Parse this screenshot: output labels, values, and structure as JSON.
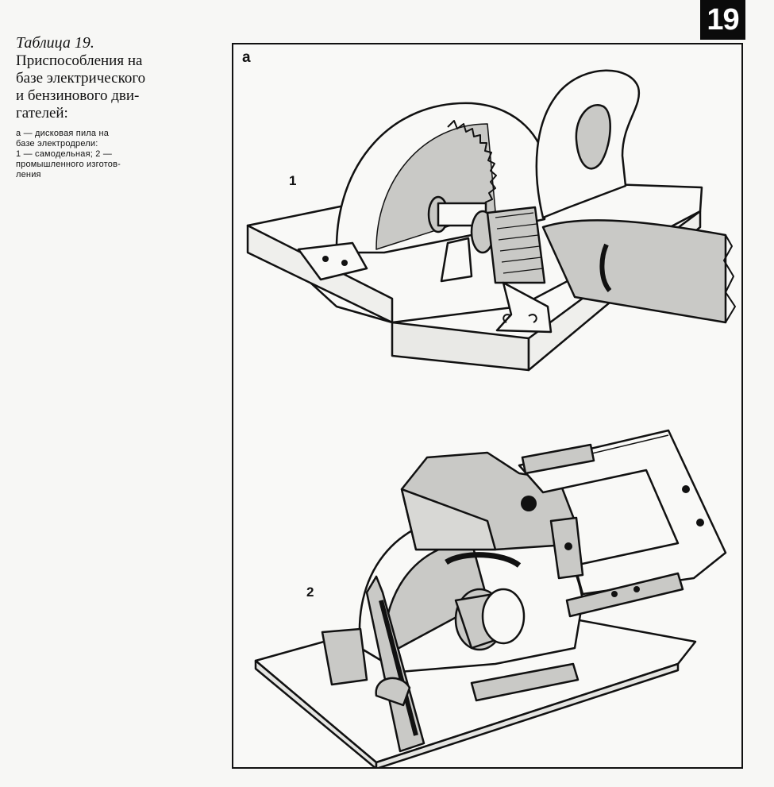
{
  "page": {
    "tab_number": "19"
  },
  "caption": {
    "table_number": "Таблица 19.",
    "title_lines": [
      "Приспособления на",
      "базе электрического",
      "и бензинового дви-",
      "гателей:"
    ],
    "legend_lines": [
      "а — дисковая пила на",
      "базе электродрели:",
      "1 — самодельная; 2 —",
      "промышленного изготов-",
      "ления"
    ]
  },
  "figure": {
    "panel_letter": "а",
    "labels": [
      "1",
      "2"
    ]
  },
  "colors": {
    "ink": "#111111",
    "shade": "#c9c9c6",
    "paper": "#f9f9f7",
    "tab_bg": "#0b0b0b"
  }
}
